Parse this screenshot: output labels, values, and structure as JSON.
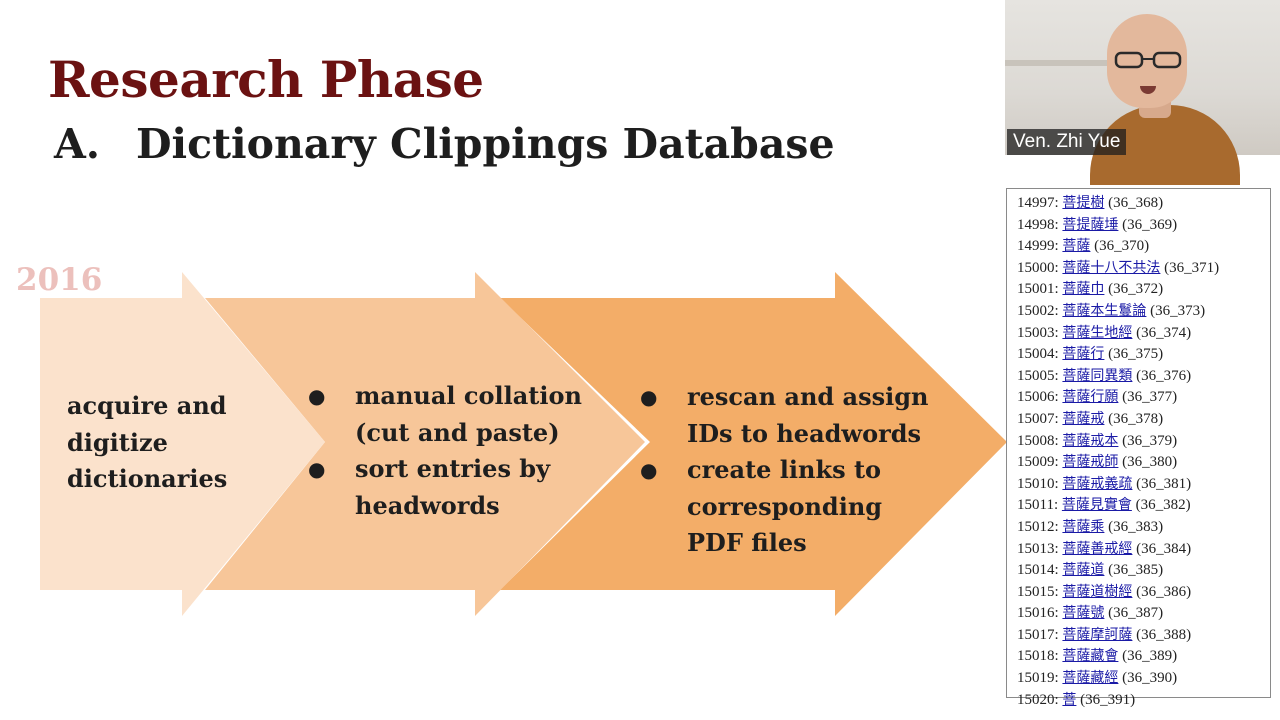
{
  "slide": {
    "title": "Research Phase",
    "subtitle_letter": "A.",
    "subtitle_text": "Dictionary Clippings Database",
    "year": "2016"
  },
  "stages": [
    {
      "lines": [
        "acquire and",
        "digitize",
        "dictionaries"
      ],
      "color": "#fbe2cc"
    },
    {
      "bullets": [
        [
          "manual collation",
          "(cut and paste)"
        ],
        [
          "sort entries by",
          "headwords"
        ]
      ],
      "color": "#f7c699"
    },
    {
      "bullets": [
        [
          "rescan and assign",
          "IDs to headwords"
        ],
        [
          "create links to",
          "corresponding",
          "PDF files"
        ]
      ],
      "color": "#f3ad68"
    }
  ],
  "bullet_glyph": "●",
  "video": {
    "participant_name": "Ven. Zhi Yue"
  },
  "clippings": [
    {
      "id": "14997:",
      "headword": "菩提樹",
      "ref": "(36_368)"
    },
    {
      "id": "14998:",
      "headword": "菩提薩埵",
      "ref": "(36_369)"
    },
    {
      "id": "14999:",
      "headword": "菩薩",
      "ref": "(36_370)"
    },
    {
      "id": "15000:",
      "headword": "菩薩十八不共法",
      "ref": "(36_371)"
    },
    {
      "id": "15001:",
      "headword": "菩薩巾",
      "ref": "(36_372)"
    },
    {
      "id": "15002:",
      "headword": "菩薩本生鬘論",
      "ref": "(36_373)"
    },
    {
      "id": "15003:",
      "headword": "菩薩生地經",
      "ref": "(36_374)"
    },
    {
      "id": "15004:",
      "headword": "菩薩行",
      "ref": "(36_375)"
    },
    {
      "id": "15005:",
      "headword": "菩薩同異類",
      "ref": "(36_376)"
    },
    {
      "id": "15006:",
      "headword": "菩薩行願",
      "ref": "(36_377)"
    },
    {
      "id": "15007:",
      "headword": "菩薩戒",
      "ref": "(36_378)"
    },
    {
      "id": "15008:",
      "headword": "菩薩戒本",
      "ref": "(36_379)"
    },
    {
      "id": "15009:",
      "headword": "菩薩戒師",
      "ref": "(36_380)"
    },
    {
      "id": "15010:",
      "headword": "菩薩戒義疏",
      "ref": "(36_381)"
    },
    {
      "id": "15011:",
      "headword": "菩薩見實會",
      "ref": "(36_382)"
    },
    {
      "id": "15012:",
      "headword": "菩薩乘",
      "ref": "(36_383)"
    },
    {
      "id": "15013:",
      "headword": "菩薩善戒經",
      "ref": "(36_384)"
    },
    {
      "id": "15014:",
      "headword": "菩薩道",
      "ref": "(36_385)"
    },
    {
      "id": "15015:",
      "headword": "菩薩道樹經",
      "ref": "(36_386)"
    },
    {
      "id": "15016:",
      "headword": "菩薩號",
      "ref": "(36_387)"
    },
    {
      "id": "15017:",
      "headword": "菩薩摩訶薩",
      "ref": "(36_388)"
    },
    {
      "id": "15018:",
      "headword": "菩薩藏會",
      "ref": "(36_389)"
    },
    {
      "id": "15019:",
      "headword": "菩薩藏經",
      "ref": "(36_390)"
    },
    {
      "id": "15020:",
      "headword": "菩",
      "ref": "(36_391)"
    }
  ]
}
